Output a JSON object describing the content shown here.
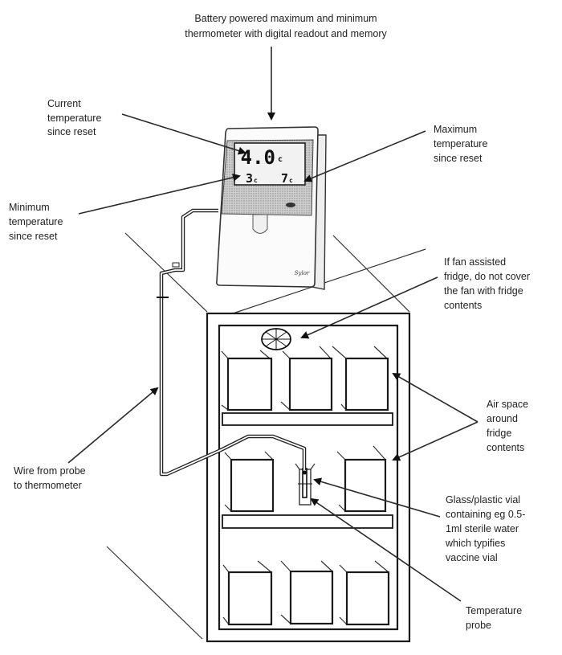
{
  "title": {
    "line1": "Battery powered maximum and minimum",
    "line2": "thermometer with digital readout and memory"
  },
  "labels": {
    "current": [
      "Current",
      "temperature",
      "since reset"
    ],
    "maximum": [
      "Maximum",
      "temperature",
      "since reset"
    ],
    "minimum": [
      "Minimum",
      "temperature",
      "since reset"
    ],
    "fan": [
      "If fan assisted",
      "fridge, do not cover",
      "the fan with fridge",
      "contents"
    ],
    "airspace": [
      "Air space",
      "around",
      "fridge",
      "contents"
    ],
    "wire": [
      "Wire from probe",
      "to thermometer"
    ],
    "vial": [
      "Glass/plastic vial",
      "containing eg 0.5-",
      "1ml sterile water",
      "which typifies",
      "vaccine vial"
    ],
    "probe": [
      "Temperature",
      "probe"
    ]
  },
  "thermometer": {
    "current_reading": "4.0",
    "current_unit": "c",
    "min_reading": "3",
    "min_unit": "c",
    "max_reading": "7",
    "max_unit": "c",
    "brand": "Sylor"
  }
}
